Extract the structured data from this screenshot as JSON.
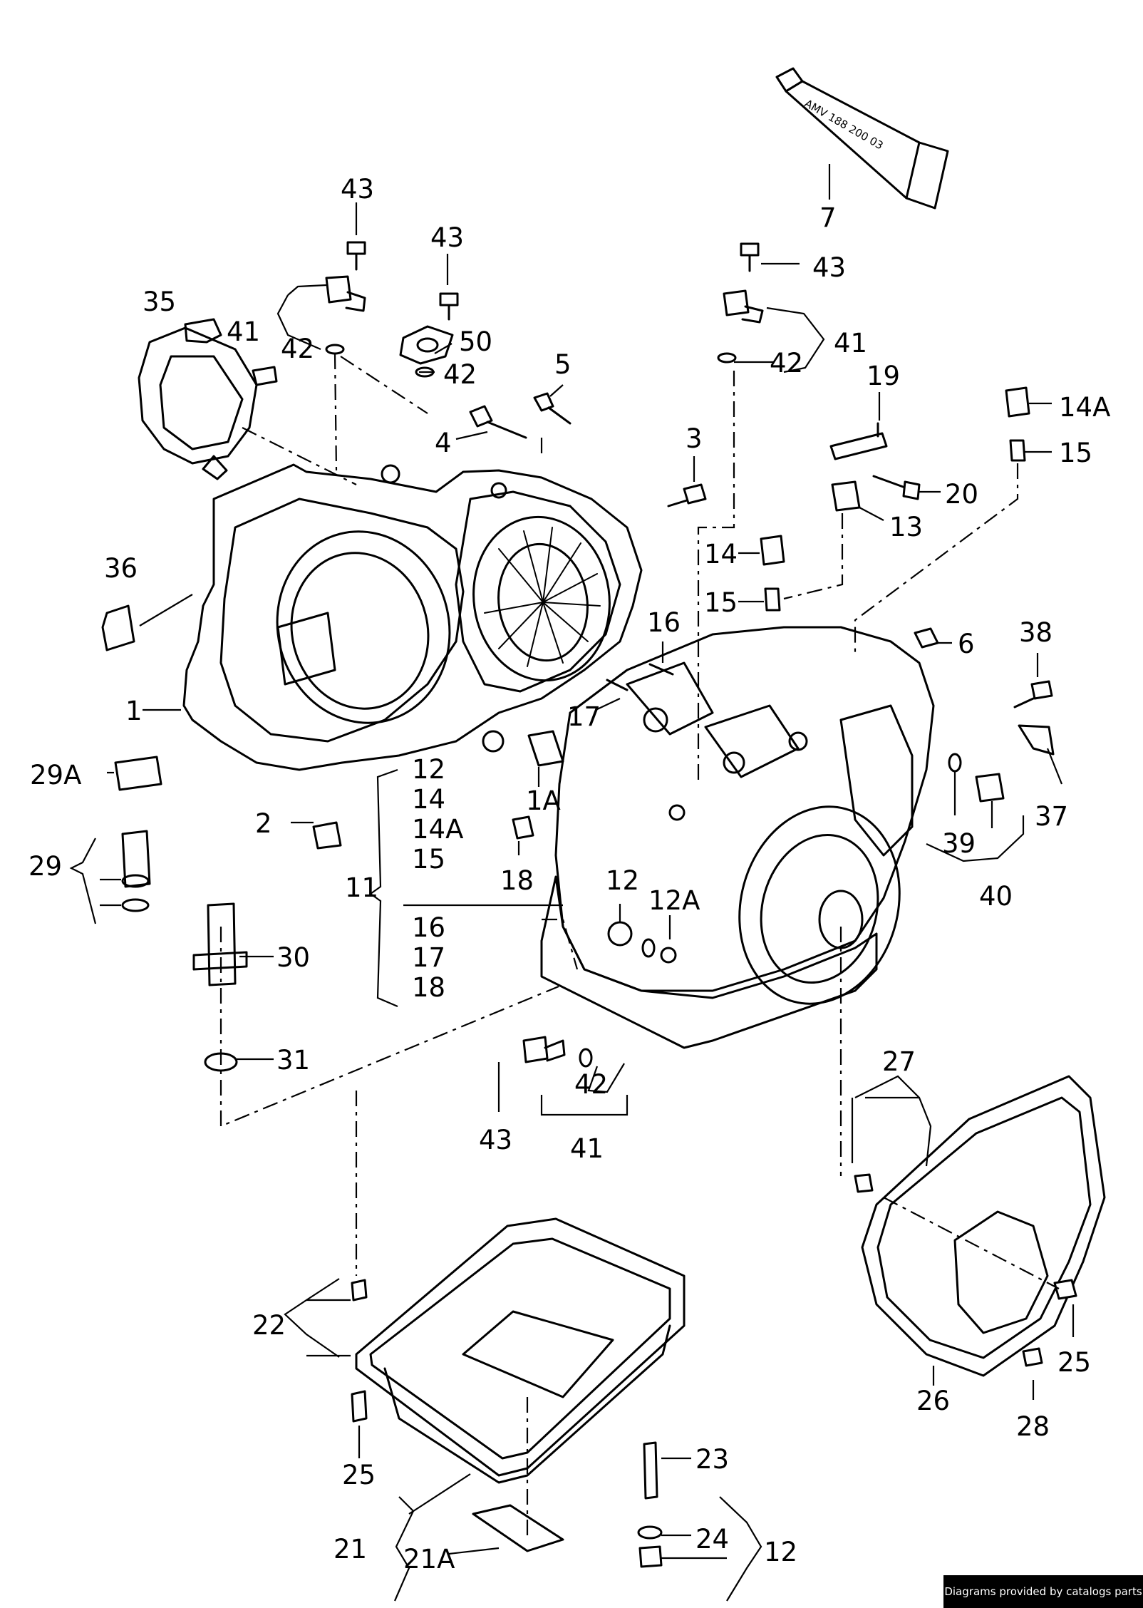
{
  "diagram": {
    "tube_text": "AMV 188 200 03",
    "callouts": [
      {
        "id": "c-43a",
        "text": "43"
      },
      {
        "id": "c-43b",
        "text": "43"
      },
      {
        "id": "c-43c",
        "text": "43"
      },
      {
        "id": "c-43d",
        "text": "43"
      },
      {
        "id": "c-7",
        "text": "7"
      },
      {
        "id": "c-35",
        "text": "35"
      },
      {
        "id": "c-41a",
        "text": "41"
      },
      {
        "id": "c-42a",
        "text": "42"
      },
      {
        "id": "c-50",
        "text": "50"
      },
      {
        "id": "c-42b",
        "text": "42"
      },
      {
        "id": "c-41b",
        "text": "41"
      },
      {
        "id": "c-42c",
        "text": "42"
      },
      {
        "id": "c-5",
        "text": "5"
      },
      {
        "id": "c-4",
        "text": "4"
      },
      {
        "id": "c-3",
        "text": "3"
      },
      {
        "id": "c-19",
        "text": "19"
      },
      {
        "id": "c-14Aa",
        "text": "14A"
      },
      {
        "id": "c-15a",
        "text": "15"
      },
      {
        "id": "c-20",
        "text": "20"
      },
      {
        "id": "c-13",
        "text": "13"
      },
      {
        "id": "c-14a",
        "text": "14"
      },
      {
        "id": "c-15b",
        "text": "15"
      },
      {
        "id": "c-16a",
        "text": "16"
      },
      {
        "id": "c-6",
        "text": "6"
      },
      {
        "id": "c-38",
        "text": "38"
      },
      {
        "id": "c-36",
        "text": "36"
      },
      {
        "id": "c-1",
        "text": "1"
      },
      {
        "id": "c-17a",
        "text": "17"
      },
      {
        "id": "c-37",
        "text": "37"
      },
      {
        "id": "c-29A",
        "text": "29A"
      },
      {
        "id": "c-1A",
        "text": "1A"
      },
      {
        "id": "c-2",
        "text": "2"
      },
      {
        "id": "c-39",
        "text": "39"
      },
      {
        "id": "c-40",
        "text": "40"
      },
      {
        "id": "c-29",
        "text": "29"
      },
      {
        "id": "c-18a",
        "text": "18"
      },
      {
        "id": "c-12a",
        "text": "12"
      },
      {
        "id": "c-12A",
        "text": "12A"
      },
      {
        "id": "c-30",
        "text": "30"
      },
      {
        "id": "c-31",
        "text": "31"
      },
      {
        "id": "c-42d",
        "text": "42"
      },
      {
        "id": "c-43e",
        "text": "43"
      },
      {
        "id": "c-41c",
        "text": "41"
      },
      {
        "id": "c-27",
        "text": "27"
      },
      {
        "id": "c-22",
        "text": "22"
      },
      {
        "id": "c-25a",
        "text": "25"
      },
      {
        "id": "c-26",
        "text": "26"
      },
      {
        "id": "c-28",
        "text": "28"
      },
      {
        "id": "c-25b",
        "text": "25"
      },
      {
        "id": "c-23",
        "text": "23"
      },
      {
        "id": "c-24",
        "text": "24"
      },
      {
        "id": "c-12b",
        "text": "12"
      },
      {
        "id": "c-21",
        "text": "21"
      },
      {
        "id": "c-21A",
        "text": "21A"
      }
    ],
    "group_11": {
      "label": "11",
      "items": [
        "12",
        "14",
        "14A",
        "15",
        "16",
        "17",
        "18"
      ]
    }
  },
  "credit": "Diagrams provided by catalogs parts"
}
